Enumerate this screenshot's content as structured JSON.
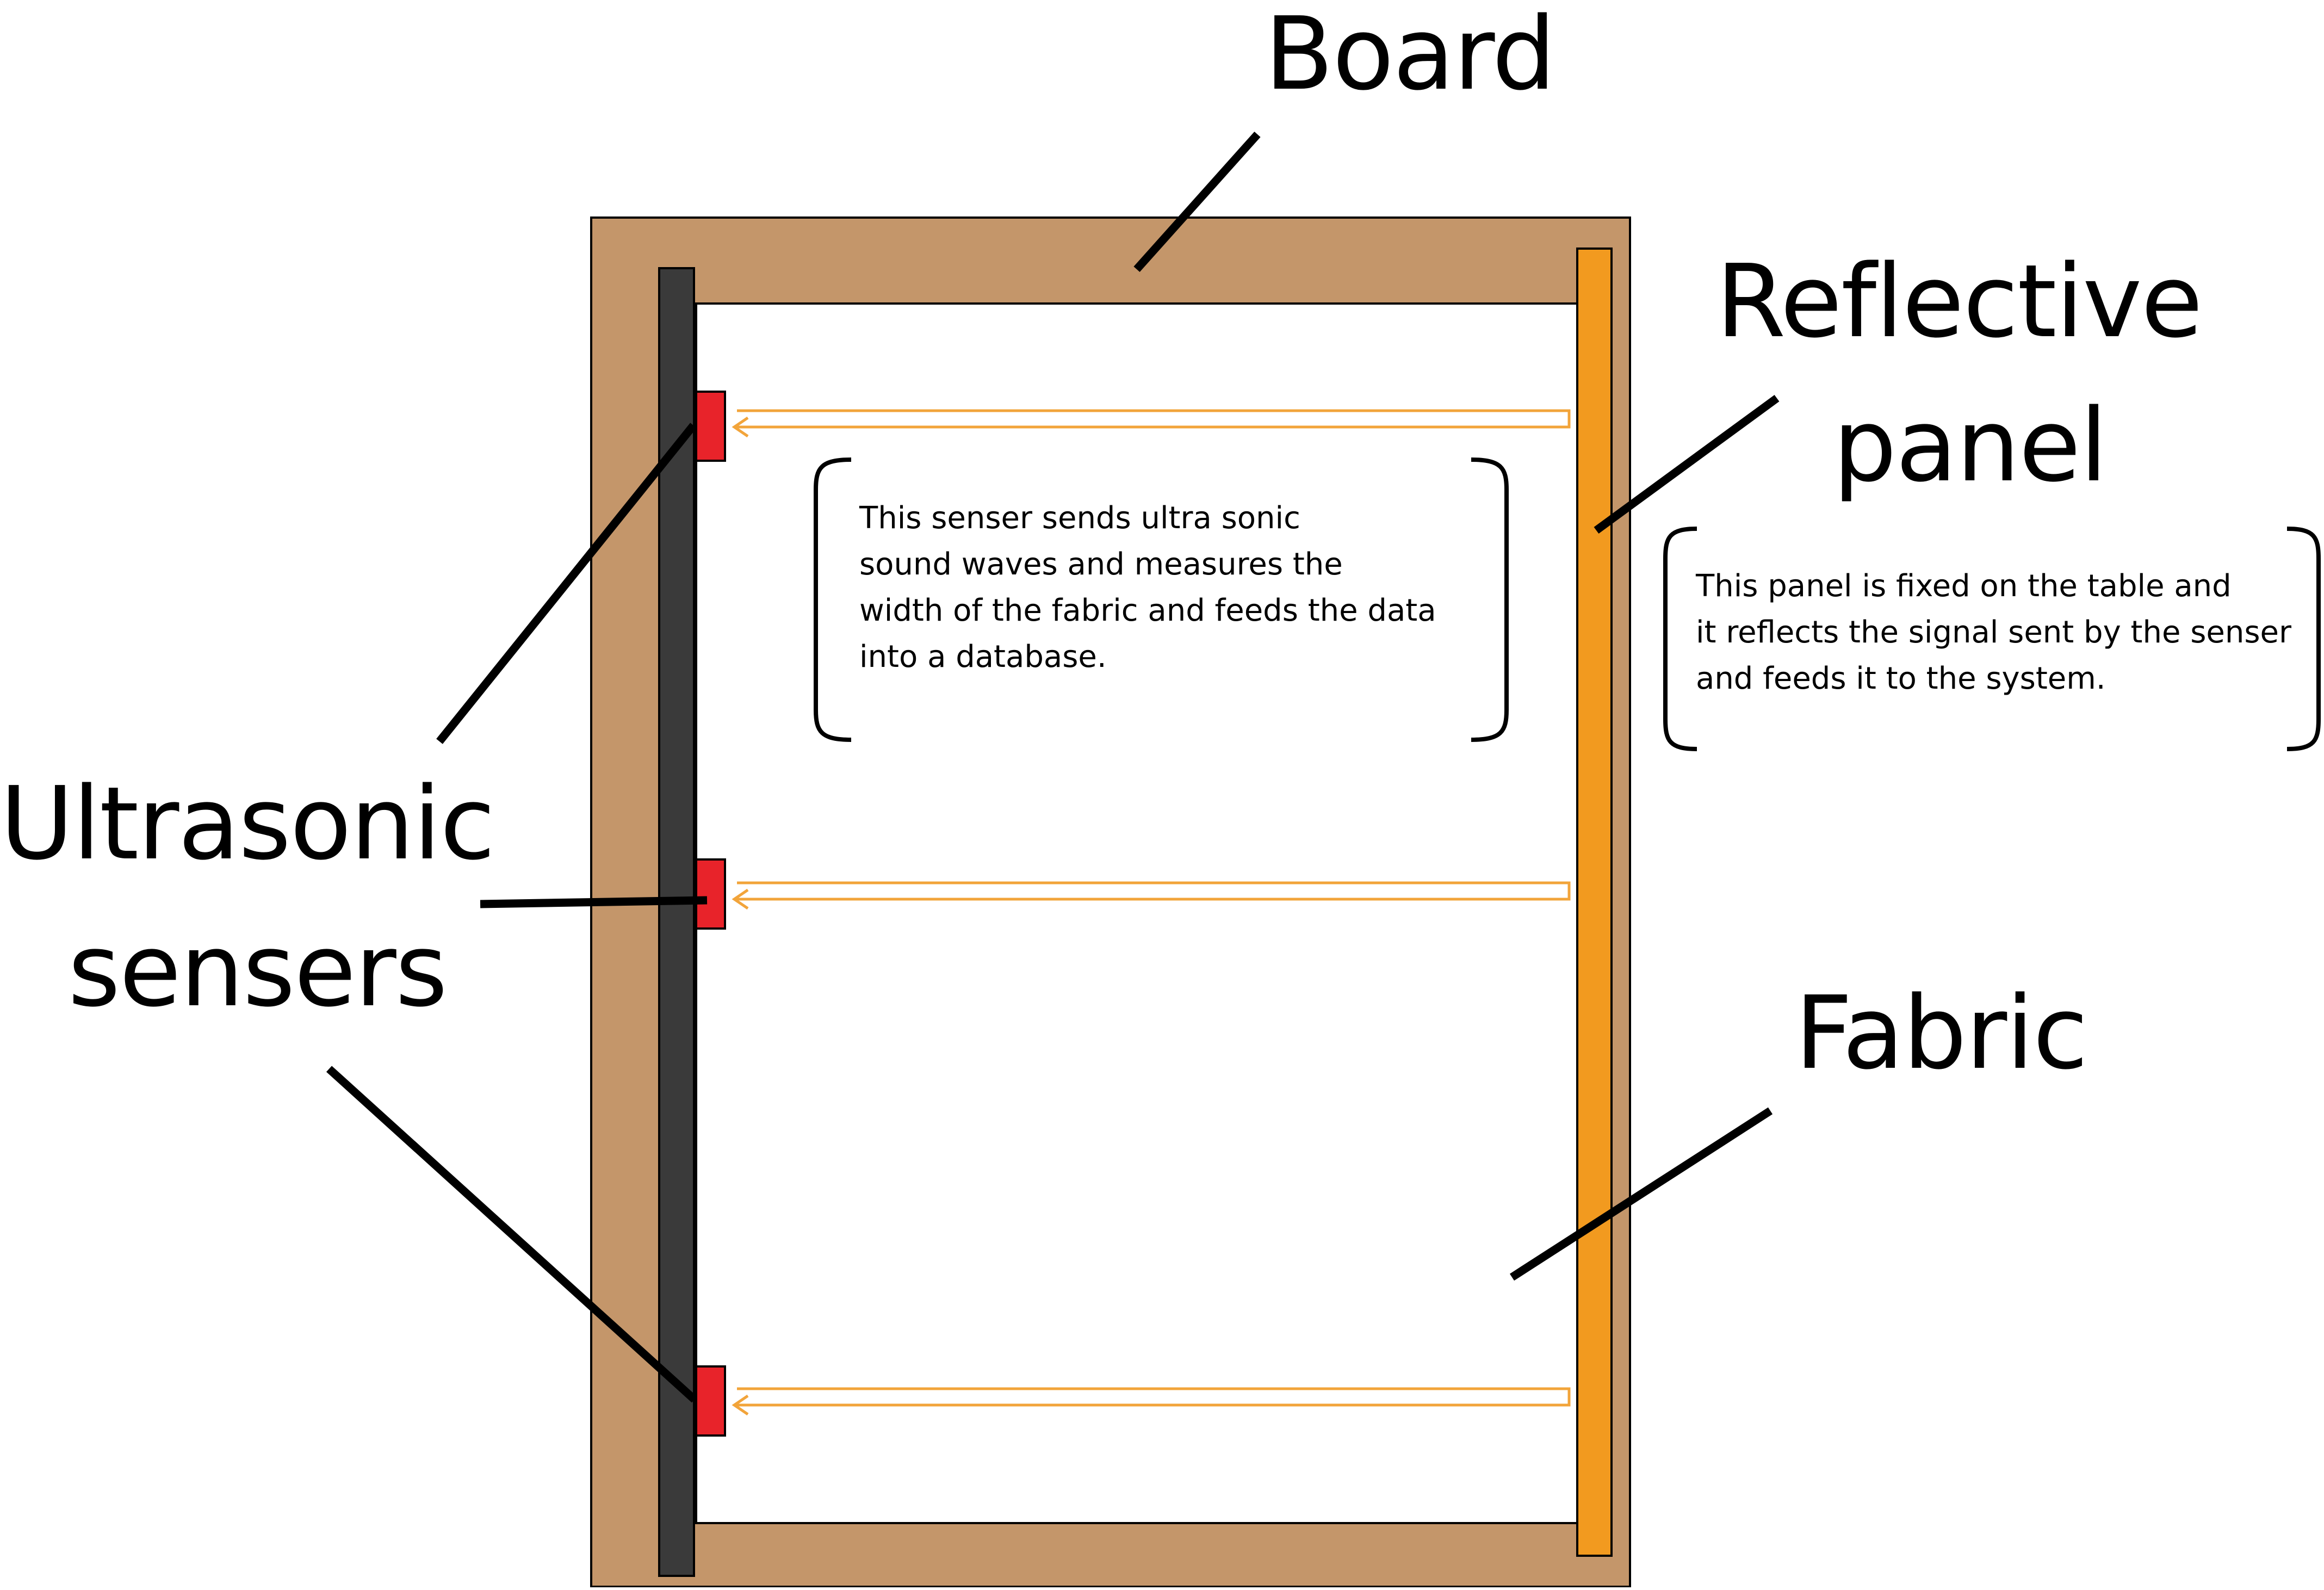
{
  "labels": {
    "board": "Board",
    "reflective_panel_line1": "Reflective",
    "reflective_panel_line2": "panel",
    "sensors_line1": "Ultrasonic",
    "sensors_line2": "sensers",
    "fabric": "Fabric"
  },
  "notes": {
    "sensor": "This senser sends ultra sonic\nsound waves and measures the\nwidth of the fabric and feeds the data\ninto a database.",
    "panel": "This panel is fixed on the table and\nit reflects the signal sent by the senser\nand feeds it to the system."
  },
  "colors": {
    "board": "#C4966A",
    "sensor_bar": "#3A3A3A",
    "sensor": "#E8232A",
    "reflective_panel": "#F29A1F",
    "signal": "#F2A43A",
    "fabric": "#FFFFFF",
    "leader": "#000000"
  }
}
